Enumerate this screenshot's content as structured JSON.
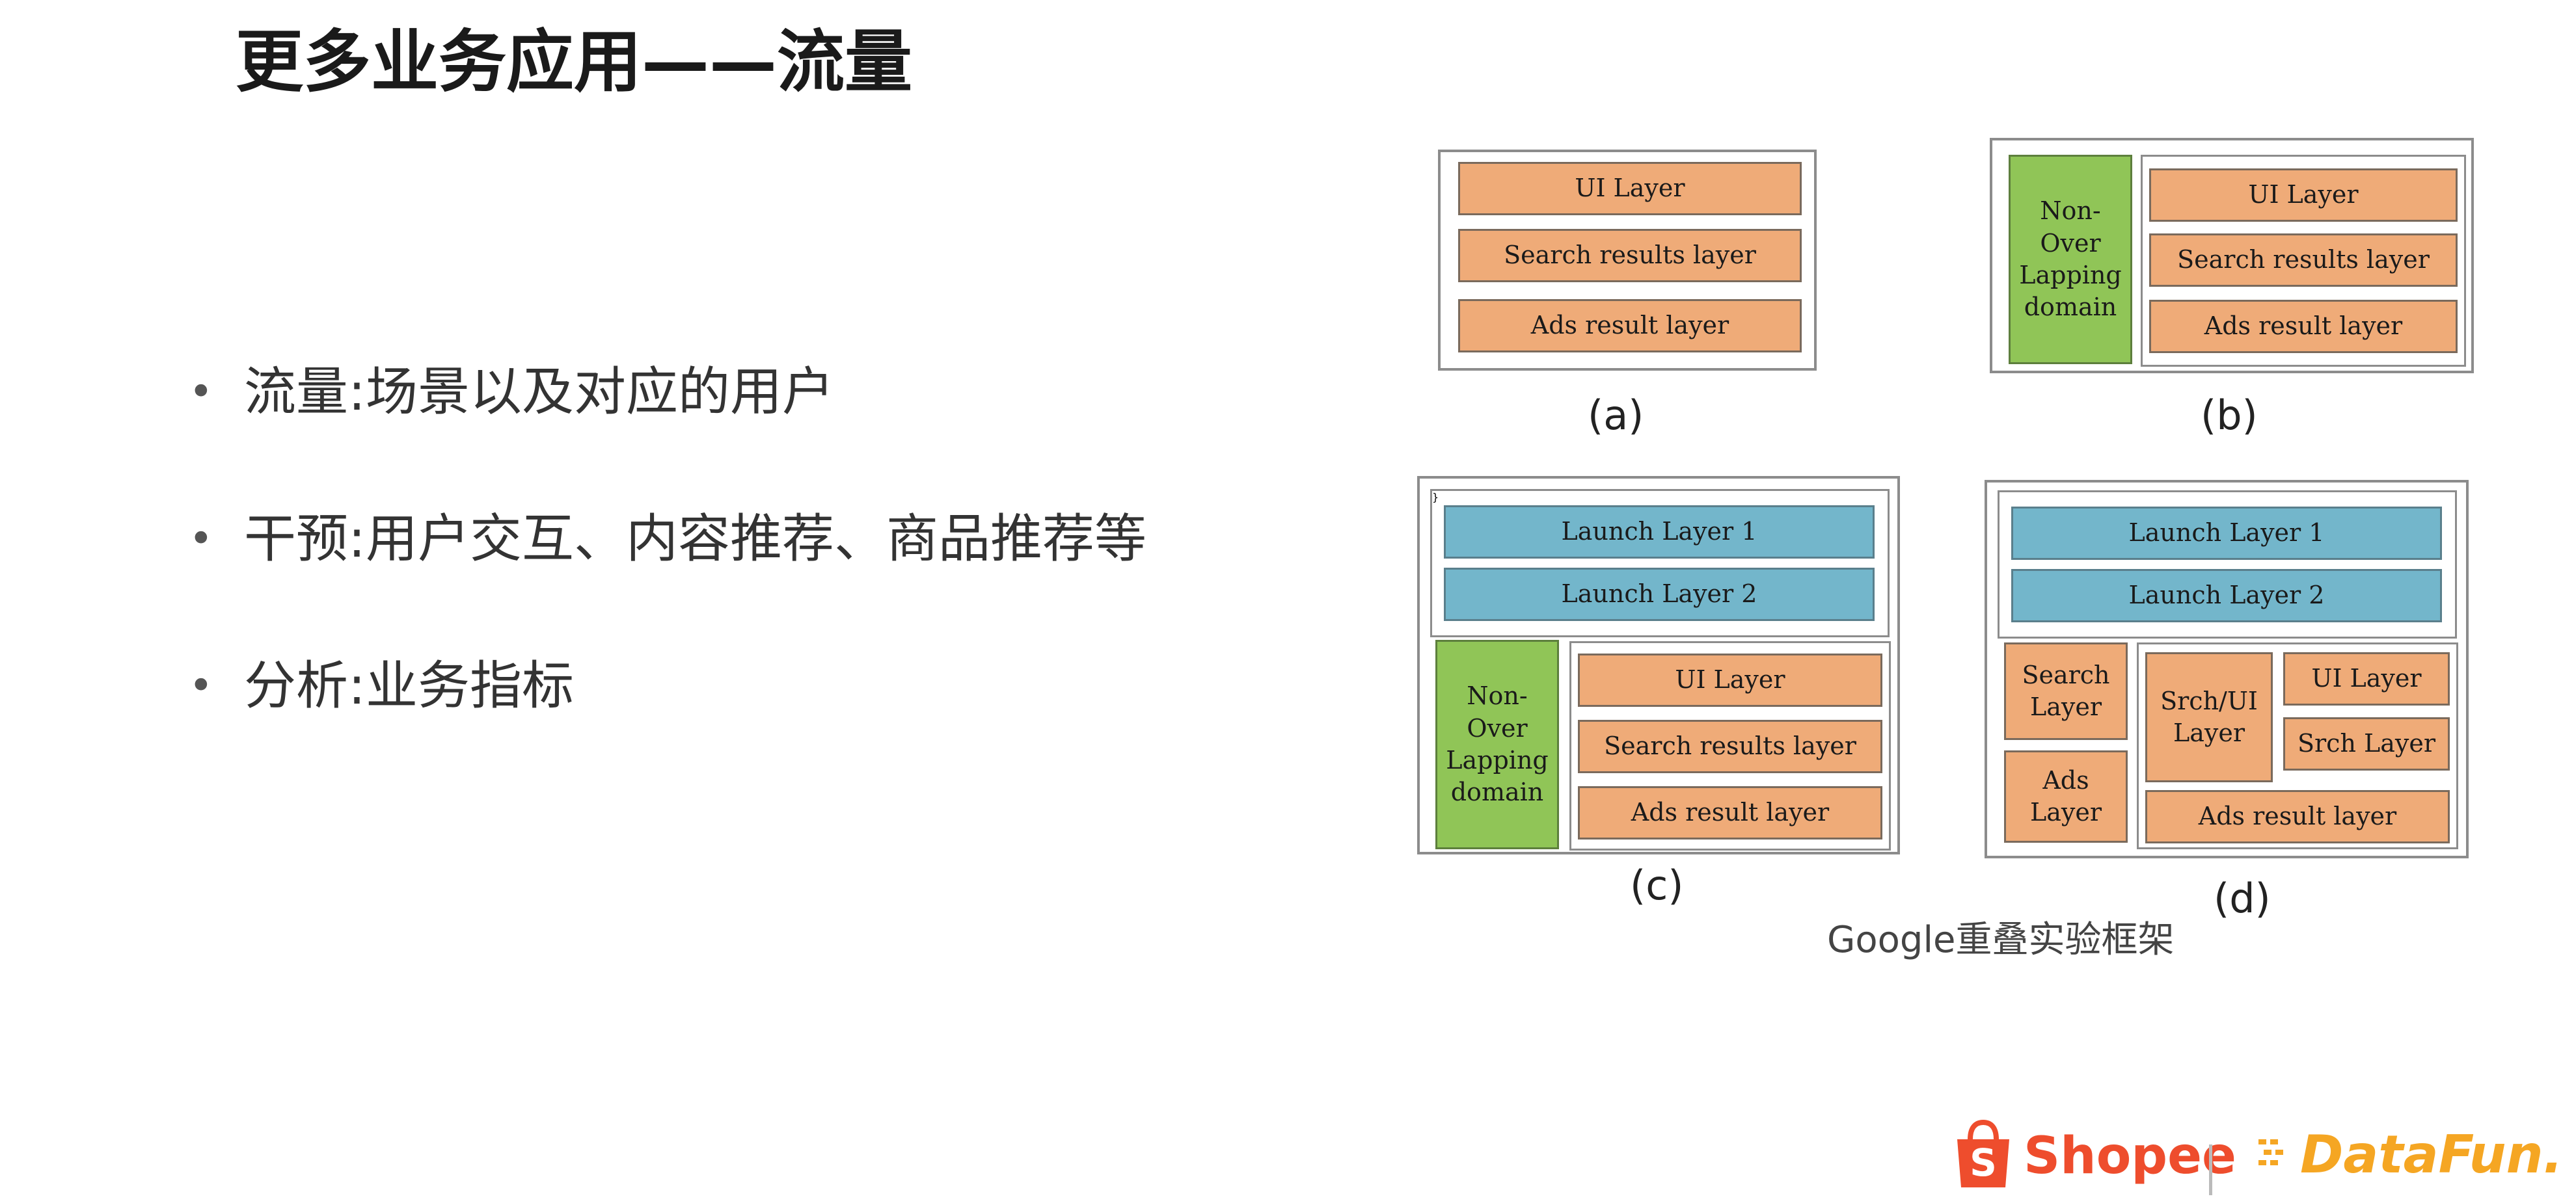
{
  "slide": {
    "title": "更多业务应用——流量",
    "bullets": [
      "流量:场景以及对应的用户",
      "干预:用户交互、内容推荐、商品推荐等",
      "分析:业务指标"
    ],
    "figure_caption": "Google重叠实验框架"
  },
  "diagram": {
    "a": {
      "label": "(a)",
      "layers": [
        "UI Layer",
        "Search results layer",
        "Ads result layer"
      ]
    },
    "b": {
      "label": "(b)",
      "domain": "Non-Over Lapping domain",
      "layers": [
        "UI Layer",
        "Search results layer",
        "Ads result layer"
      ]
    },
    "c": {
      "label": "(c)",
      "launch_layers": [
        "Launch Layer 1",
        "Launch Layer 2"
      ],
      "domain": "Non-Over Lapping domain",
      "layers": [
        "UI Layer",
        "Search results layer",
        "Ads result layer"
      ]
    },
    "d": {
      "label": "(d)",
      "launch_layers": [
        "Launch Layer 1",
        "Launch Layer 2"
      ],
      "search_layer": "Search Layer",
      "ads_layer": "Ads Layer",
      "srch_ui_layer": "Srch/UI Layer",
      "ui_layer": "UI Layer",
      "srch_layer": "Srch Layer",
      "ads_result_layer": "Ads result layer"
    }
  },
  "logos": {
    "shopee": "Shopee",
    "datafun": "DataFun."
  },
  "colors": {
    "orange_layer": "#efab78",
    "blue_layer": "#73b6cb",
    "green_domain": "#90c557",
    "shopee_brand": "#ee4d2d",
    "datafun_brand": "#f5a623"
  }
}
